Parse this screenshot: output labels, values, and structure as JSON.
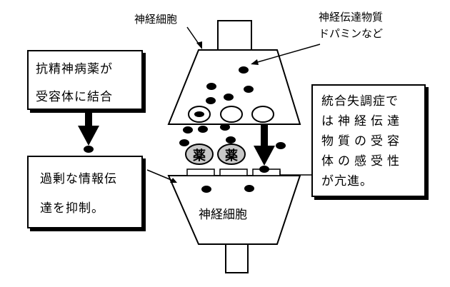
{
  "labels": {
    "top_neuron": "神経細胞",
    "transmitter_line1": "神経伝達物質",
    "transmitter_line2": "ドパミンなど",
    "bottom_neuron": "神経細胞",
    "drug": "薬"
  },
  "boxes": {
    "left_top": {
      "line1": "抗精神病薬が",
      "line2": "受容体に結合"
    },
    "left_bottom": {
      "line1": "過剰な情報伝",
      "line2": "達を抑制。"
    },
    "right": {
      "line1": "統合失調症で",
      "line2": "は神経伝達",
      "line3": "物質の受容",
      "line4": "体の感受性",
      "line5": "が亢進。"
    }
  }
}
